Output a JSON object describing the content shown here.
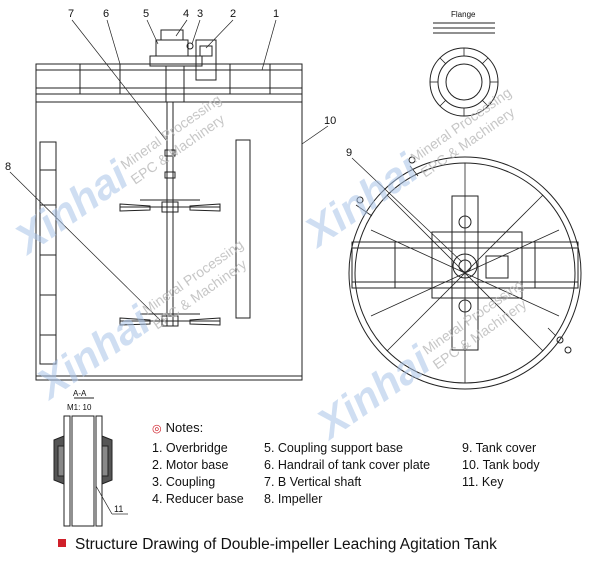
{
  "callouts": {
    "n1": "1",
    "n2": "2",
    "n3": "3",
    "n4": "4",
    "n5": "5",
    "n6": "6",
    "n7": "7",
    "n8": "8",
    "n9": "9",
    "n10": "10",
    "n11": "11"
  },
  "flange_label": "Flange",
  "section_label": "A-A",
  "section_scale": "M1: 10",
  "watermark": {
    "brand": "Xinhai",
    "line1": "Mineral Processing",
    "line2": "EPC & Machinery"
  },
  "notes": {
    "heading": "Notes:",
    "items": [
      "1. Overbridge",
      "2. Motor base",
      "3. Coupling",
      "4. Reducer base",
      "5. Coupling support base",
      "6. Handrail of tank cover plate",
      "7. B Vertical shaft",
      "8. Impeller",
      "9. Tank cover",
      "10. Tank body",
      "11. Key"
    ]
  },
  "caption": "Structure Drawing of Double-impeller Leaching Agitation Tank",
  "colors": {
    "accent_red": "#d0202a",
    "watermark_blue": "#a9c4e8",
    "line": "#222222"
  }
}
